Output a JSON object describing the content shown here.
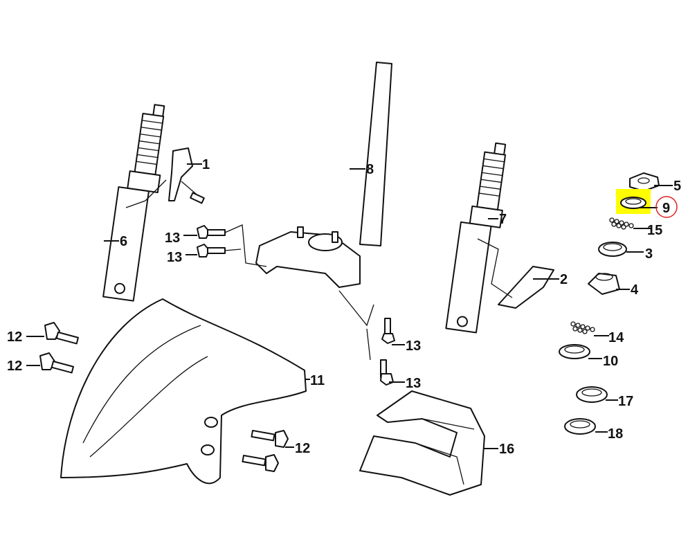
{
  "title": "Front fork / steering stem exploded parts diagram",
  "highlight_color": "#ffff00",
  "circle_color": "#e02020",
  "highlighted_part": "9",
  "callouts": [
    "1",
    "8",
    "6",
    "13",
    "13",
    "7",
    "2",
    "5",
    "9",
    "15",
    "3",
    "4",
    "14",
    "10",
    "17",
    "18",
    "12",
    "12",
    "11",
    "13",
    "13",
    "12",
    "16"
  ]
}
